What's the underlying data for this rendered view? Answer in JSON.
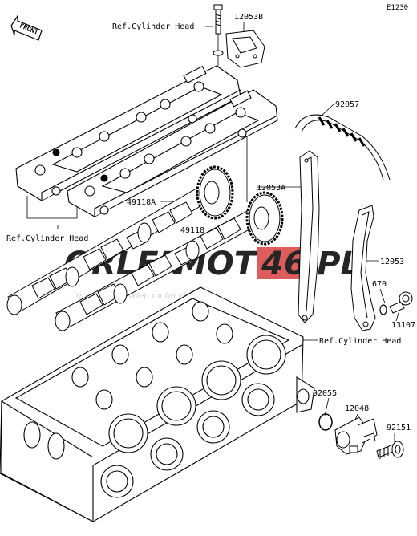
{
  "diagram_code": "E1230",
  "front_label": "FRONT",
  "labels": {
    "ref_cyl_head_top": "Ref.Cylinder Head",
    "ref_cyl_head_left": "Ref.Cylinder Head",
    "ref_cyl_head_right": "Ref.Cylinder Head",
    "p12053B": "12053B",
    "p92057": "92057",
    "p12053A": "12053A",
    "p49118A": "49118A",
    "p49118": "49118",
    "p12053": "12053",
    "p670": "670",
    "p13107": "13107",
    "p92055": "92055",
    "p12048": "12048",
    "p92151": "92151"
  },
  "watermark": {
    "brand_a": "ORLEN",
    "brand_b": "MOTO",
    "brand_c": "46",
    "brand_d": ".PL",
    "tagline": "internetowy sklep motocyklowy"
  },
  "colors": {
    "line": "#000000",
    "watermark_grey": "#cfcfcf",
    "watermark_red": "#d84040"
  }
}
